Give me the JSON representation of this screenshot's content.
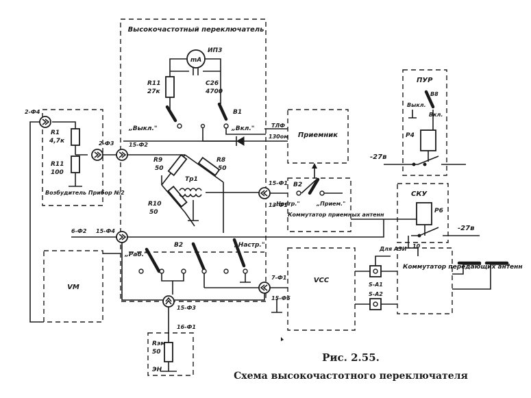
{
  "title": "Высокочастотный переключатель",
  "meter": {
    "name": "ИП3",
    "unit": "mA"
  },
  "components": {
    "r11_top": {
      "name": "R11",
      "value": "27к"
    },
    "c26": {
      "name": "C26",
      "value": "4700"
    },
    "r1": {
      "name": "R1",
      "value": "4,7к"
    },
    "r11_left": {
      "name": "R11",
      "value": "100"
    },
    "r9": {
      "name": "R9",
      "value": "50"
    },
    "r8": {
      "name": "R8",
      "value": "50"
    },
    "r10": {
      "name": "R10",
      "value": "50"
    },
    "tr1": {
      "name": "Тр1"
    },
    "rem": {
      "name": "Rэм",
      "value": "50",
      "sub": "ЭН"
    }
  },
  "switches": {
    "b1": "В1",
    "b1_off": "„Выкл.\"",
    "b1_on": "„Вкл.\"",
    "b2_top": "В2",
    "b2_left": "„Настр.\"",
    "b2_right": "„Прием.\"",
    "b2_main": "В2",
    "b2_work": "„Раб.\"",
    "b2_tune": "„Настр.\"",
    "b8": "В8",
    "b8_off": "Выкл.",
    "b8_on": "Вкл."
  },
  "connectors": {
    "c2f4": "2-Ф4",
    "c2f3": "2-Ф3",
    "c15f2": "15-Ф2",
    "c15f1a": "15-Ф1",
    "c13f1": "13-Ф1",
    "c6f2": "6-Ф2",
    "c15f4": "15-Ф4",
    "c7f1": "7-Ф1",
    "c15f5": "15-Ф5",
    "c15f3": "15-Ф3",
    "c16f1": "16-Ф1",
    "s_a1": "S-A1",
    "s_a2": "S-A2"
  },
  "lines": {
    "tlf": "ТЛФ",
    "z130": "130ом",
    "to_azi": "Для АЗИ"
  },
  "blocks": {
    "exciter": "Возбудитель Прибор №2",
    "receiver": "Приемник",
    "rx_comm": "Коммутатор приемных антенн",
    "vm": "VM",
    "vcc": "VCC",
    "pur": "ПУР",
    "p4": "Р4",
    "sku": "СКУ",
    "p6": "Р6",
    "tx_comm": "Коммутатор передающих антенн"
  },
  "supply": {
    "minus27_top": "-27в",
    "minus27_bottom": "-27в",
    "wire_10": "10"
  },
  "figure": {
    "number": "Рис. 2.55.",
    "caption": "Схема высокочастотного переключателя"
  }
}
